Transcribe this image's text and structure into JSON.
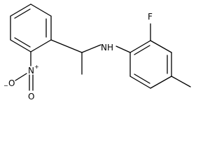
{
  "molecule": {
    "atoms": {
      "nh": "NH",
      "fluorine": "F",
      "nitro_n": "N",
      "nitro_n_charge": "+",
      "nitro_o_single": "O",
      "nitro_o_single_charge": "−",
      "nitro_o_double": "O"
    }
  }
}
